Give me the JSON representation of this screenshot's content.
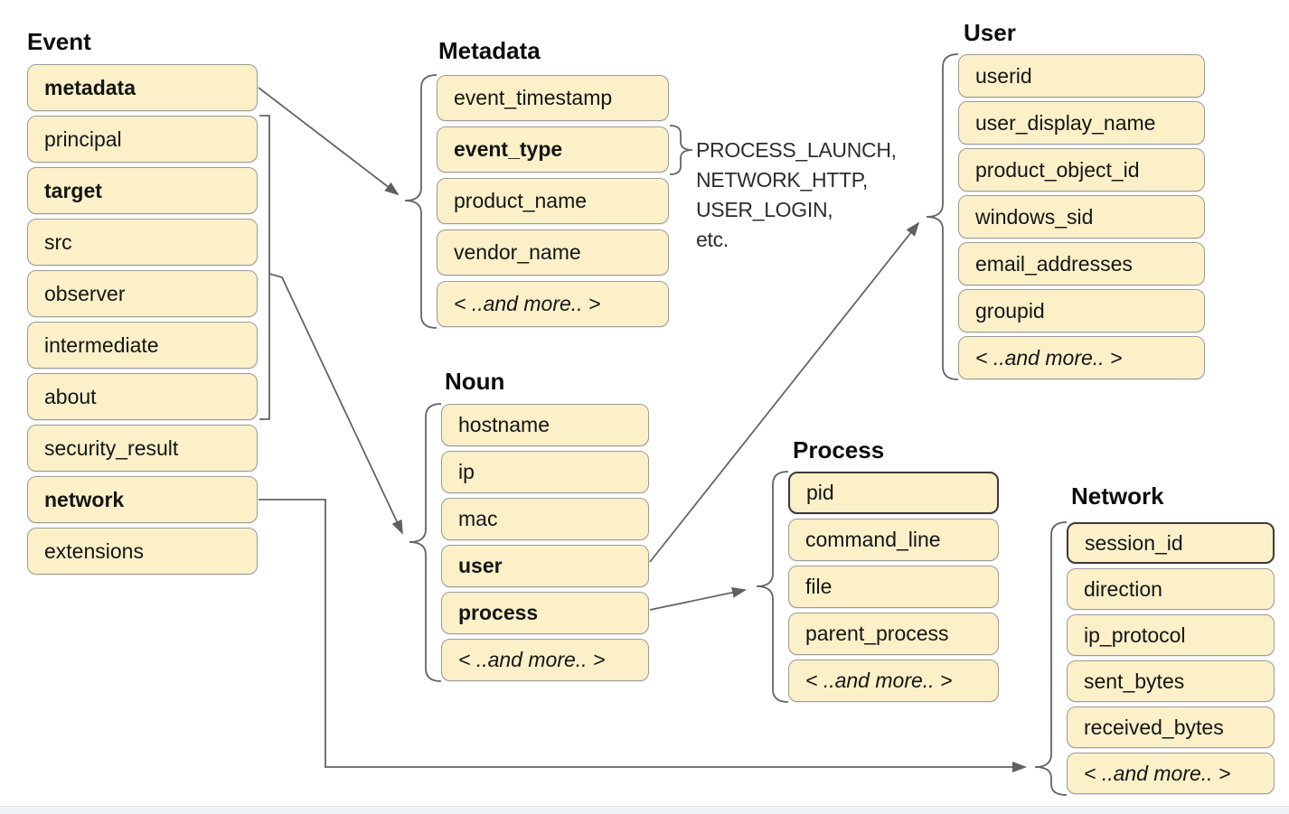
{
  "colors": {
    "box_fill": "#FBF0C8",
    "box_border": "#9B9B9B",
    "highlight_border": "#3A3A3A",
    "line_color": "#646464",
    "title_color": "#0D0D0D"
  },
  "groups": {
    "event": {
      "title": "Event",
      "items": [
        {
          "label": "metadata",
          "bold": true
        },
        {
          "label": "principal"
        },
        {
          "label": "target",
          "bold": true
        },
        {
          "label": "src"
        },
        {
          "label": "observer"
        },
        {
          "label": "intermediate"
        },
        {
          "label": "about"
        },
        {
          "label": "security_result"
        },
        {
          "label": "network",
          "bold": true
        },
        {
          "label": "extensions"
        }
      ]
    },
    "metadata": {
      "title": "Metadata",
      "items": [
        {
          "label": "event_timestamp"
        },
        {
          "label": "event_type",
          "bold": true
        },
        {
          "label": "product_name"
        },
        {
          "label": "vendor_name"
        },
        {
          "label": "< ..and more.. >",
          "italic": true
        }
      ]
    },
    "noun": {
      "title": "Noun",
      "items": [
        {
          "label": "hostname"
        },
        {
          "label": "ip"
        },
        {
          "label": "mac"
        },
        {
          "label": "user",
          "bold": true
        },
        {
          "label": "process",
          "bold": true
        },
        {
          "label": "< ..and more.. >",
          "italic": true
        }
      ]
    },
    "user": {
      "title": "User",
      "items": [
        {
          "label": "userid"
        },
        {
          "label": "user_display_name"
        },
        {
          "label": "product_object_id"
        },
        {
          "label": "windows_sid"
        },
        {
          "label": "email_addresses"
        },
        {
          "label": "groupid"
        },
        {
          "label": "< ..and more.. >",
          "italic": true
        }
      ]
    },
    "process": {
      "title": "Process",
      "items": [
        {
          "label": "pid",
          "dark": true
        },
        {
          "label": "command_line"
        },
        {
          "label": "file"
        },
        {
          "label": "parent_process"
        },
        {
          "label": "< ..and more.. >",
          "italic": true
        }
      ]
    },
    "network": {
      "title": "Network",
      "items": [
        {
          "label": "session_id",
          "dark": true
        },
        {
          "label": "direction"
        },
        {
          "label": "ip_protocol"
        },
        {
          "label": "sent_bytes"
        },
        {
          "label": "received_bytes"
        },
        {
          "label": "< ..and more.. >",
          "italic": true
        }
      ]
    }
  },
  "annotations": {
    "event_type_values": [
      "PROCESS_LAUNCH,",
      "NETWORK_HTTP,",
      "USER_LOGIN,",
      "etc."
    ]
  }
}
